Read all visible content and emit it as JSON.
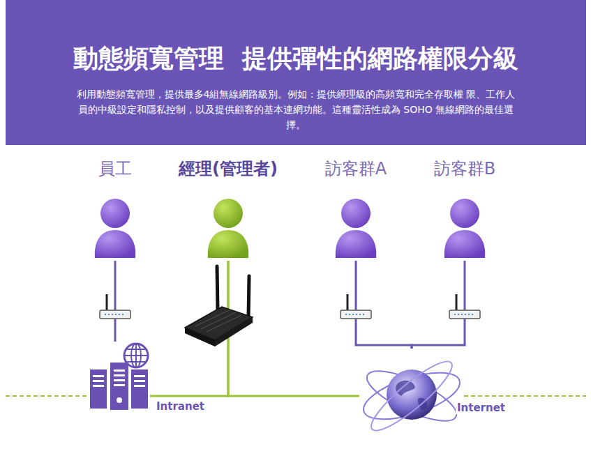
{
  "diagram": {
    "title": "動態頻寬管理  提供彈性的網路權限分級",
    "caption": "利用動態頻寬管理，提供最多4組無線網路級別。例如 : 提供經理級的高頻寬和完全存取權 限、工作人員的中級設定和隱私控制，以及提供顧客的基本連網功能。這種靈活性成為 SOHO 無線網路的最佳選擇。",
    "nodes": [
      {
        "text": [
          "員工"
        ]
      },
      {
        "text": [
          "經理(管理者)"
        ]
      },
      {
        "text": [
          "訪客群A"
        ]
      },
      {
        "text": [
          "訪客群B"
        ]
      },
      {
        "text": [
          "Intranet"
        ]
      },
      {
        "text": [
          "Internet"
        ]
      }
    ],
    "edges": [
      {
        "from": 0,
        "to": 4,
        "arrow": "none"
      },
      {
        "from": 1,
        "to": 4,
        "arrow": "none"
      },
      {
        "from": 1,
        "to": 5,
        "arrow": "none"
      },
      {
        "from": 2,
        "to": 5,
        "arrow": "none"
      },
      {
        "from": 3,
        "to": 5,
        "arrow": "none"
      }
    ]
  }
}
